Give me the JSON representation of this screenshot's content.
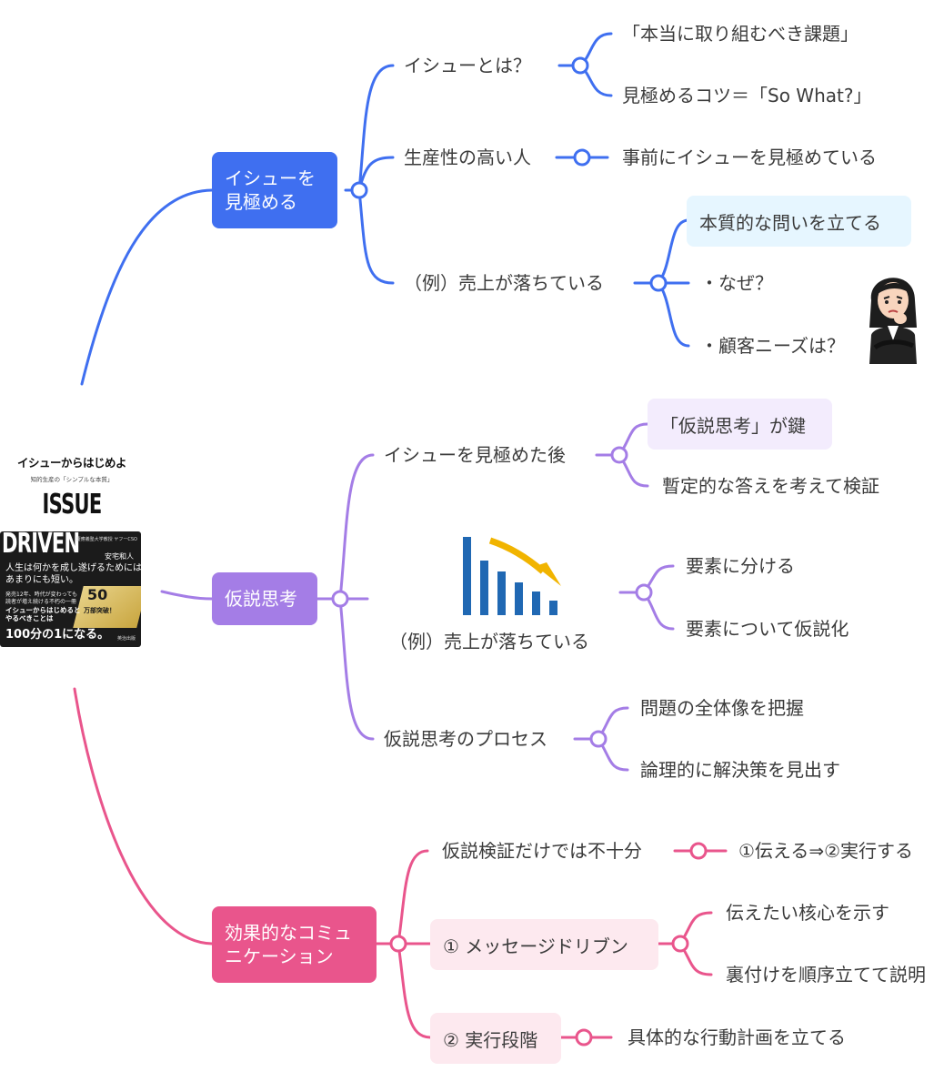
{
  "colors": {
    "blue": "#3f6ff0",
    "purple": "#a47de6",
    "pink": "#e9558c",
    "blue_highlight": "#e6f6ff",
    "purple_highlight": "#f3ecfd",
    "pink_highlight": "#fde9ef"
  },
  "book": {
    "title": "イシューからはじめよ",
    "subtitle": "知的生産の「シンプルな本質」",
    "title_en_1": "ISSUE",
    "title_en_2": "DRIVEN",
    "author_small": "慶應義塾大学教授 ヤフーCSO",
    "author": "安宅和人",
    "catch": "人生は何かを成し遂げるためには あまりにも短い。",
    "blurb": "発売12年、時代が変わっても 読者が増え続ける不朽の一冊",
    "tagline": "イシューからはじめると やるべきことは",
    "headline": "100分の1になる。",
    "badge_number": "50",
    "badge_text": "万部突破！",
    "publisher": "英治出版"
  },
  "branches": [
    {
      "label": "イシューを見極める",
      "line1": "イシューを",
      "line2": "見極める",
      "children": [
        {
          "label": "イシューとは？",
          "children": [
            "「本当に取り組むべき課題」",
            "見極めるコツ＝「So What?」"
          ]
        },
        {
          "label": "生産性の高い人",
          "children": [
            "事前にイシューを見極めている"
          ]
        },
        {
          "label": "（例）売上が落ちている",
          "children": [
            "本質的な問いを立てる",
            "・なぜ？",
            "・顧客ニーズは？"
          ]
        }
      ]
    },
    {
      "label": "仮説思考",
      "children": [
        {
          "label": "イシューを見極めた後",
          "children": [
            "「仮説思考」が鍵",
            "暫定的な答えを考えて検証"
          ]
        },
        {
          "label": "（例）売上が落ちている",
          "children": [
            "要素に分ける",
            "要素について仮説化"
          ]
        },
        {
          "label": "仮説思考のプロセス",
          "children": [
            "問題の全体像を把握",
            "論理的に解決策を見出す"
          ]
        }
      ]
    },
    {
      "label": "効果的なコミュニケーション",
      "line1": "効果的なコミュ",
      "line2": "ニケーション",
      "children": [
        {
          "label": "仮説検証だけでは不十分",
          "children": [
            "①伝える⇒②実行する"
          ]
        },
        {
          "label": "① メッセージドリブン",
          "children": [
            "伝えたい核心を示す",
            "裏付けを順序立てて説明"
          ]
        },
        {
          "label": "② 実行段階",
          "children": [
            "具体的な行動計画を立てる"
          ]
        }
      ]
    }
  ],
  "icons": {
    "person": "worried-woman-icon",
    "chart": "declining-sales-chart-icon"
  }
}
